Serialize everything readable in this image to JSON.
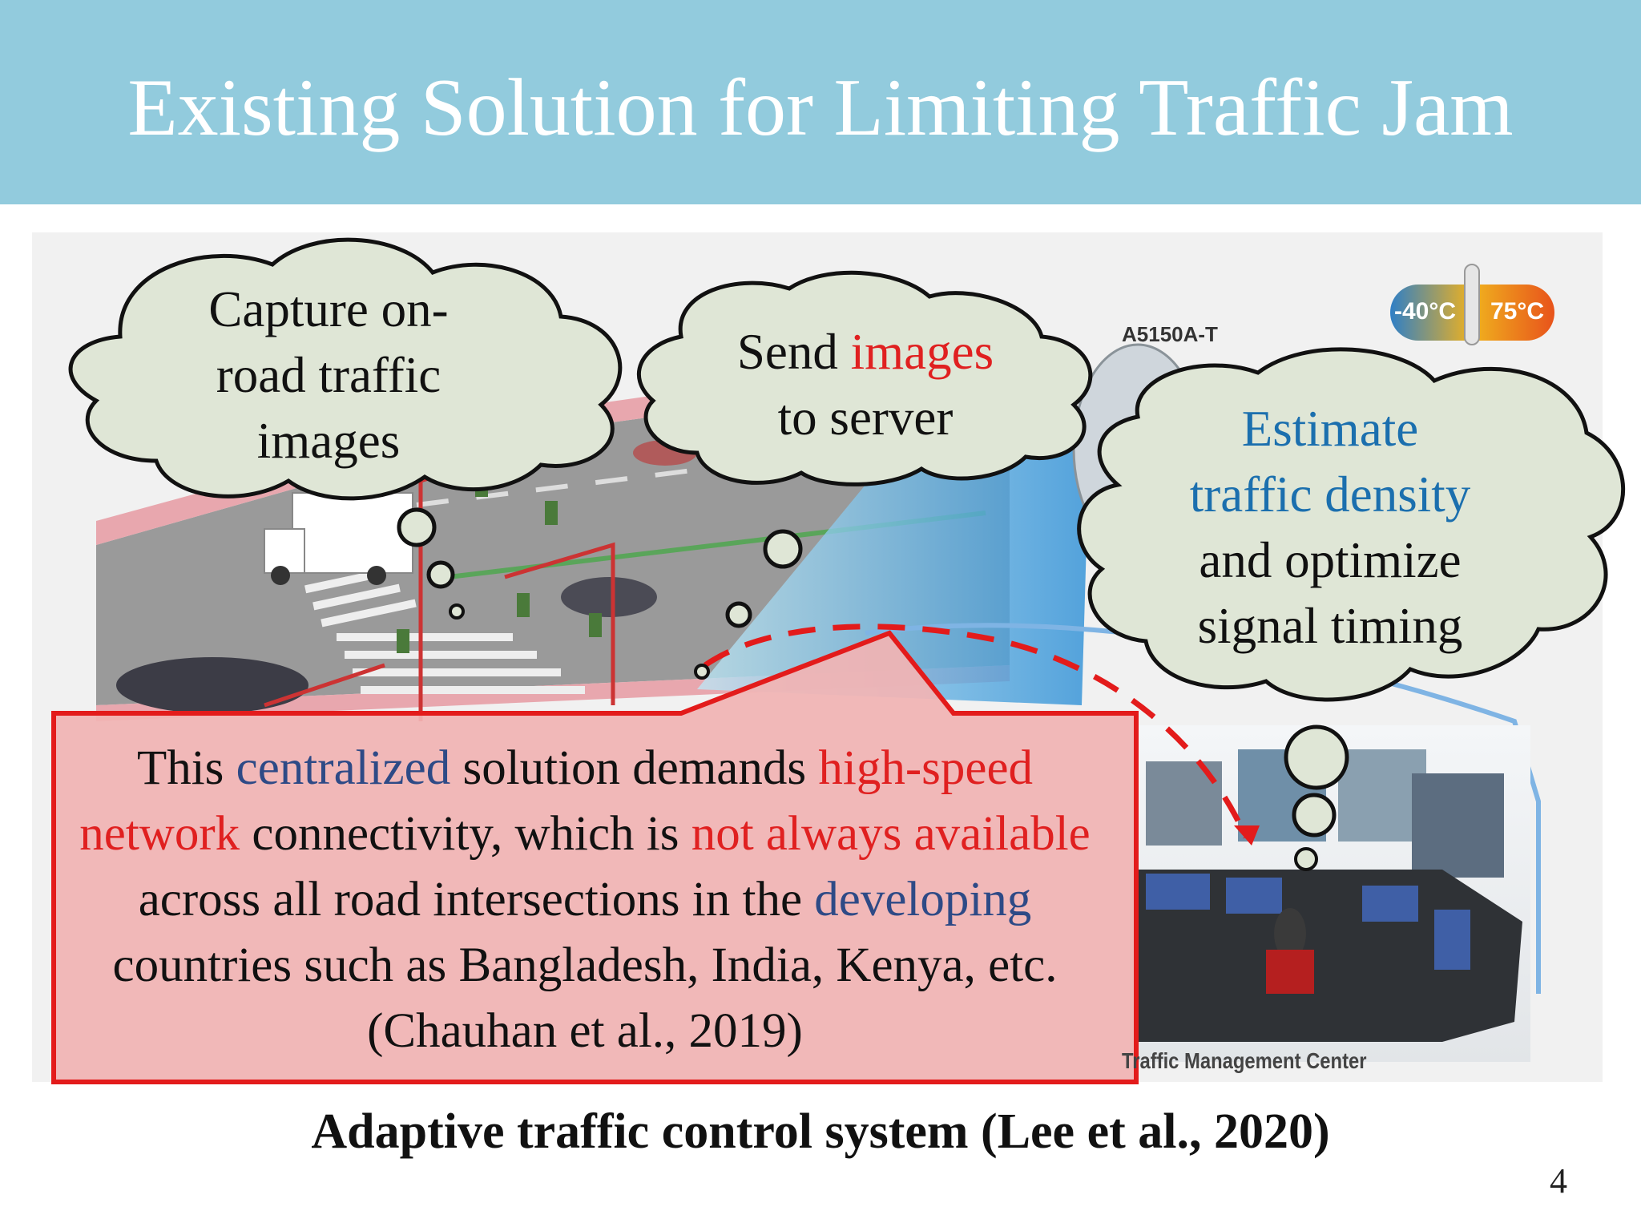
{
  "slide": {
    "title": "Existing Solution for Limiting Traffic Jam",
    "page_number": "4",
    "caption": "Adaptive traffic control system (Lee et al., 2020)"
  },
  "figure": {
    "model_label": "A5150A-T",
    "temp_low": "-40°C",
    "temp_high": "75°C",
    "center_label": "Traffic Management Center"
  },
  "bubbles": {
    "capture": {
      "line1": "Capture on-",
      "line2": "road traffic",
      "line3": "images"
    },
    "send": {
      "line1_a": "Send ",
      "line1_b": "images",
      "line2": "to server"
    },
    "estimate": {
      "line1": "Estimate",
      "line2": "traffic density",
      "line3": "and optimize",
      "line4": "signal timing"
    }
  },
  "callout": {
    "s1": "This ",
    "s2": "centralized",
    "s3": " solution demands ",
    "s4": "high-speed network",
    "s5": " connectivity, which is ",
    "s6": "not always available",
    "s7": " across all road intersections in the ",
    "s8": "developing",
    "s9": " countries such as Bangladesh, India, Kenya, etc. (Chauhan et al., 2019)"
  },
  "colors": {
    "header_bg": "#92cbdd",
    "bubble_fill": "#dfe6d6",
    "callout_border": "#e31b1b",
    "callout_fill": "#f3b8b8",
    "accent_red": "#e02020",
    "accent_blue": "#1b6fae",
    "accent_navy": "#2e4a86"
  }
}
